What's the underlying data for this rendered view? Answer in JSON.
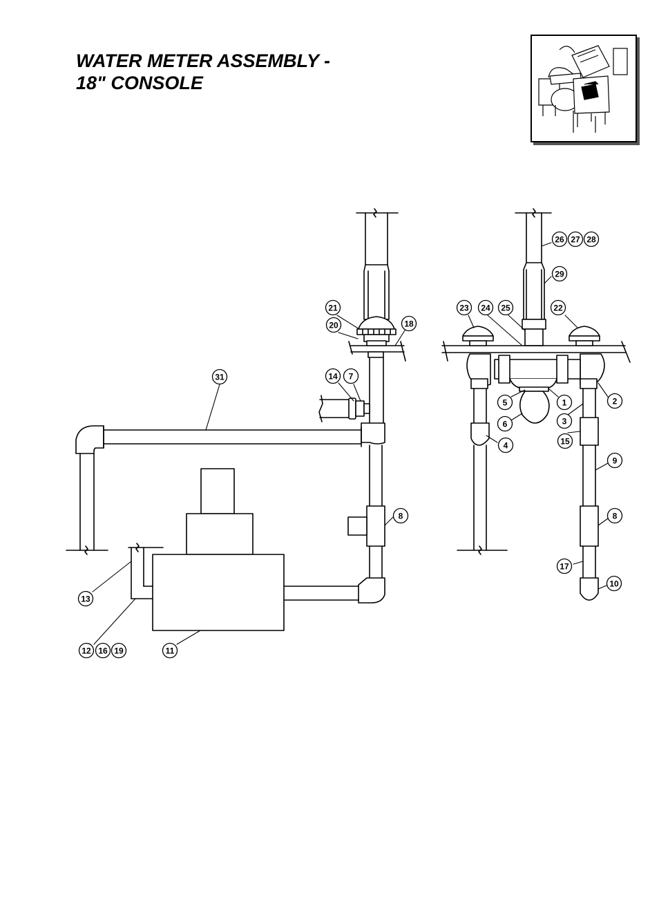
{
  "title": {
    "line1": "WATER METER ASSEMBLY -",
    "line2": "18\" CONSOLE"
  },
  "thumbnail": {
    "icon": "kettle-console-locator-icon"
  },
  "callouts": [
    {
      "id": "c31",
      "label": "31"
    },
    {
      "id": "c21",
      "label": "21"
    },
    {
      "id": "c20",
      "label": "20"
    },
    {
      "id": "c18",
      "label": "18"
    },
    {
      "id": "c14",
      "label": "14"
    },
    {
      "id": "c7",
      "label": "7"
    },
    {
      "id": "c8a",
      "label": "8"
    },
    {
      "id": "c13",
      "label": "13"
    },
    {
      "id": "c12",
      "label": "12"
    },
    {
      "id": "c16",
      "label": "16"
    },
    {
      "id": "c19",
      "label": "19"
    },
    {
      "id": "c11",
      "label": "11"
    },
    {
      "id": "c26",
      "label": "26"
    },
    {
      "id": "c27",
      "label": "27"
    },
    {
      "id": "c28",
      "label": "28"
    },
    {
      "id": "c29",
      "label": "29"
    },
    {
      "id": "c23",
      "label": "23"
    },
    {
      "id": "c24",
      "label": "24"
    },
    {
      "id": "c25",
      "label": "25"
    },
    {
      "id": "c22",
      "label": "22"
    },
    {
      "id": "c5",
      "label": "5"
    },
    {
      "id": "c1",
      "label": "1"
    },
    {
      "id": "c2",
      "label": "2"
    },
    {
      "id": "c6",
      "label": "6"
    },
    {
      "id": "c3",
      "label": "3"
    },
    {
      "id": "c4",
      "label": "4"
    },
    {
      "id": "c15",
      "label": "15"
    },
    {
      "id": "c9",
      "label": "9"
    },
    {
      "id": "c8b",
      "label": "8"
    },
    {
      "id": "c17",
      "label": "17"
    },
    {
      "id": "c10",
      "label": "10"
    }
  ]
}
